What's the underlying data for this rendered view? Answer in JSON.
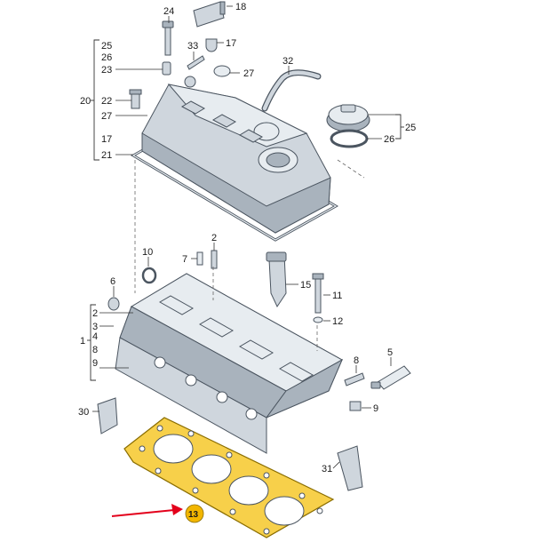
{
  "labels": {
    "l24": "24",
    "l18": "18",
    "l33": "33",
    "l17a": "17",
    "l27a": "27",
    "l32": "32",
    "l25a": "25",
    "l26a": "26",
    "l23": "23",
    "l20": "20",
    "l22": "22",
    "l27b": "27",
    "l17b": "17",
    "l21": "21",
    "l25b": "25",
    "l26b": "26",
    "l10": "10",
    "l2a": "2",
    "l7a": "7",
    "l6": "6",
    "l15": "15",
    "l11": "11",
    "l12": "12",
    "l2b": "2",
    "l3": "3",
    "l1": "1",
    "l4": "4",
    "l8a": "8",
    "l9a": "9",
    "l8b": "8",
    "l5": "5",
    "l9b": "9",
    "l30": "30",
    "l31": "31",
    "l13": "13"
  },
  "highlight": {
    "part": "13",
    "arrow_color": "#e3001b",
    "badge_color": "#f2b600"
  },
  "colors": {
    "gasket": "#f7d04a",
    "metal": "#cfd6dd"
  }
}
